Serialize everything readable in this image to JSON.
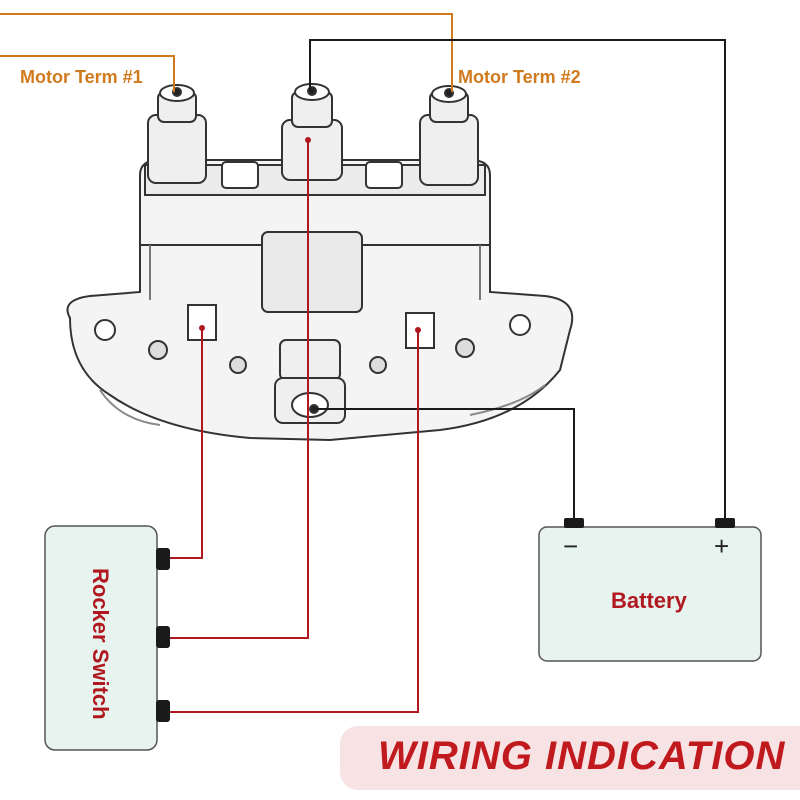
{
  "labels": {
    "motor_term_1": "Motor Term #1",
    "motor_term_2": "Motor Term #2",
    "battery": "Battery",
    "battery_minus": "−",
    "battery_plus": "+",
    "rocker_switch": "Rocker Switch",
    "banner": "WIRING INDICATION"
  },
  "colors": {
    "motor_wire": "#d17a1d",
    "control_wire": "#b0171f",
    "power_wire": "#1a1a1a",
    "box_fill": "#e6f3ee",
    "banner_bg": "#f7e3e4"
  }
}
